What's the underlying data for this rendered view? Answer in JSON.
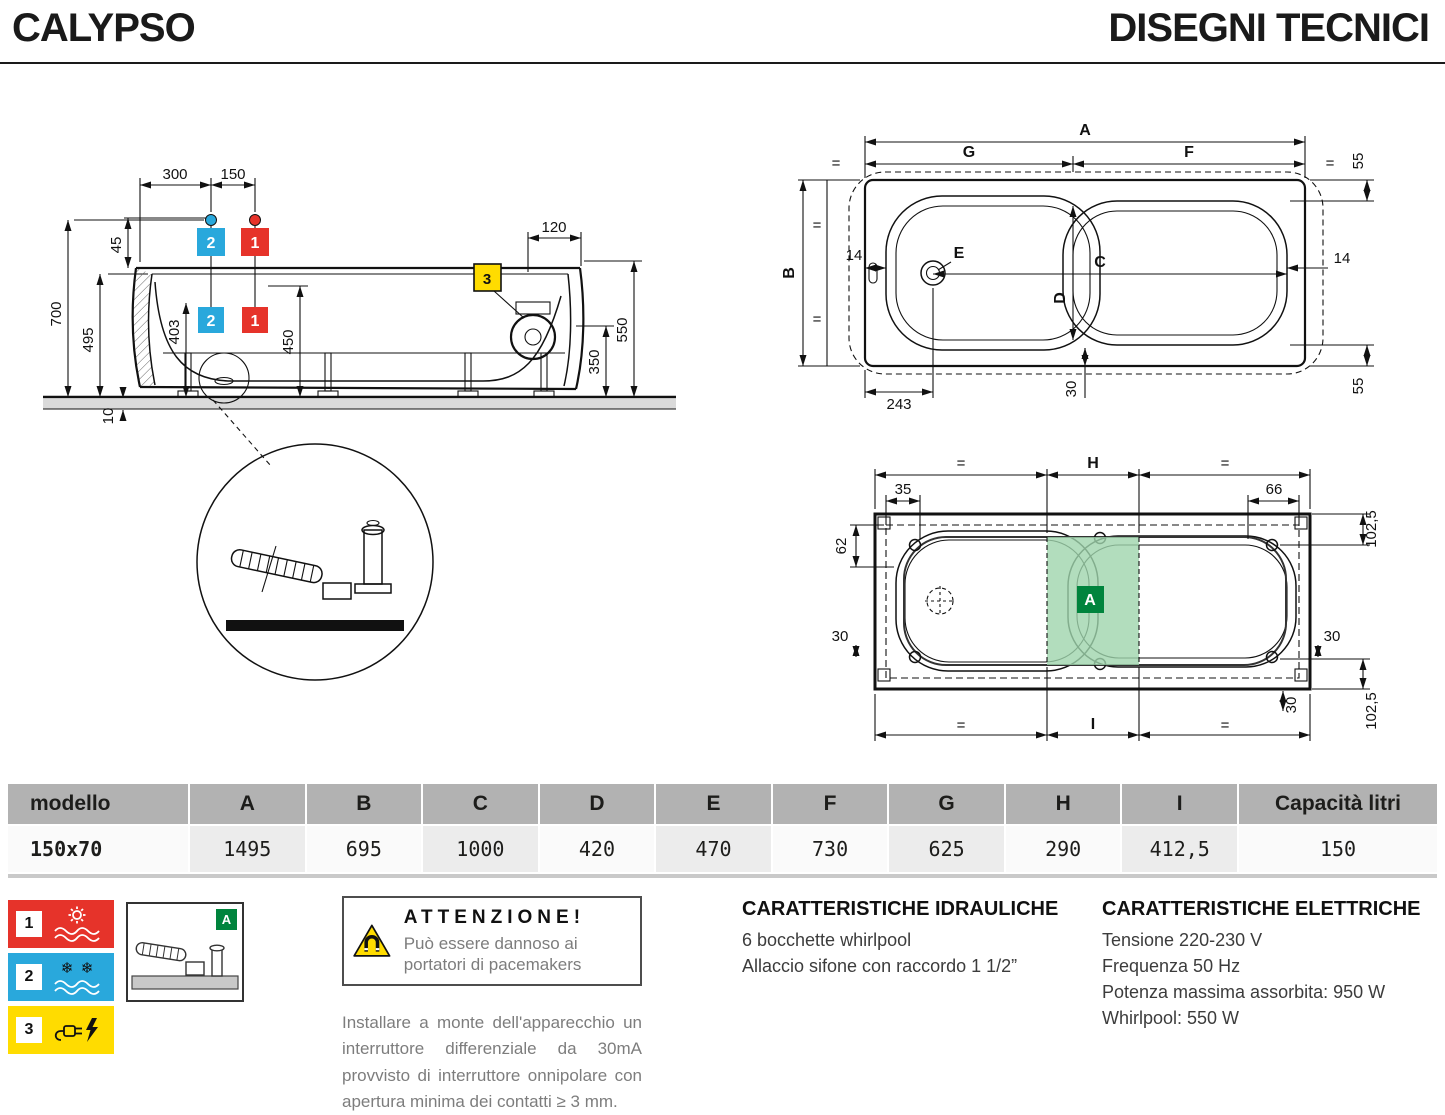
{
  "header": {
    "title": "CALYPSO",
    "subtitle": "DISEGNI TECNICI"
  },
  "side_view": {
    "d300": "300",
    "d150": "150",
    "d120": "120",
    "d45": "45",
    "d700": "700",
    "d495": "495",
    "d403": "403",
    "d450": "450",
    "d550": "550",
    "d350": "350",
    "d10": "10",
    "marker_hot": "1",
    "marker_cold": "2",
    "marker_electric": "3"
  },
  "top_view": {
    "A": "A",
    "G": "G",
    "F": "F",
    "B": "B",
    "C": "C",
    "D": "D",
    "E": "E",
    "eq": "=",
    "d55_top": "55",
    "d55_bottom": "55",
    "d14_left": "14",
    "d14_right": "14",
    "d243": "243",
    "d30": "30"
  },
  "plan_view": {
    "H": "H",
    "I": "I",
    "A": "A",
    "eq": "=",
    "d35": "35",
    "d66": "66",
    "d62": "62",
    "d30_left": "30",
    "d30_right": "30",
    "d30_bottom": "30",
    "d102_top": "102,5",
    "d102_bottom": "102,5"
  },
  "table": {
    "headers": [
      "modello",
      "A",
      "B",
      "C",
      "D",
      "E",
      "F",
      "G",
      "H",
      "I",
      "Capacità litri"
    ],
    "row": [
      "150x70",
      "1495",
      "695",
      "1000",
      "420",
      "470",
      "730",
      "625",
      "290",
      "412,5",
      "150"
    ]
  },
  "legend": {
    "hot": "1",
    "cold": "2",
    "electric": "3",
    "drain_label": "A"
  },
  "attention": {
    "title": "ATTENZIONE!",
    "text": "Può essere dannoso ai portatori di pacemakers"
  },
  "install_note": "Installare a monte dell'apparecchio un interruttore differenziale da 30mA provvisto di interruttore onnipolare con apertura minima dei contatti ≥ 3 mm.",
  "hydraulic": {
    "title": "CARATTERISTICHE IDRAULICHE",
    "lines": [
      "6 bocchette whirlpool",
      "Allaccio sifone con raccordo 1 1/2”"
    ]
  },
  "electric": {
    "title": "CARATTERISTICHE ELETTRICHE",
    "lines": [
      "Tensione 220-230 V",
      "Frequenza 50 Hz",
      "Potenza massima assorbita: 950 W",
      "Whirlpool: 550 W"
    ]
  },
  "colors": {
    "red": "#e6332a",
    "blue": "#29a8dc",
    "yellow": "#ffdc00",
    "green_light": "#9fd4ad",
    "green_dark": "#00843d",
    "table_header": "#b2b2b2"
  }
}
